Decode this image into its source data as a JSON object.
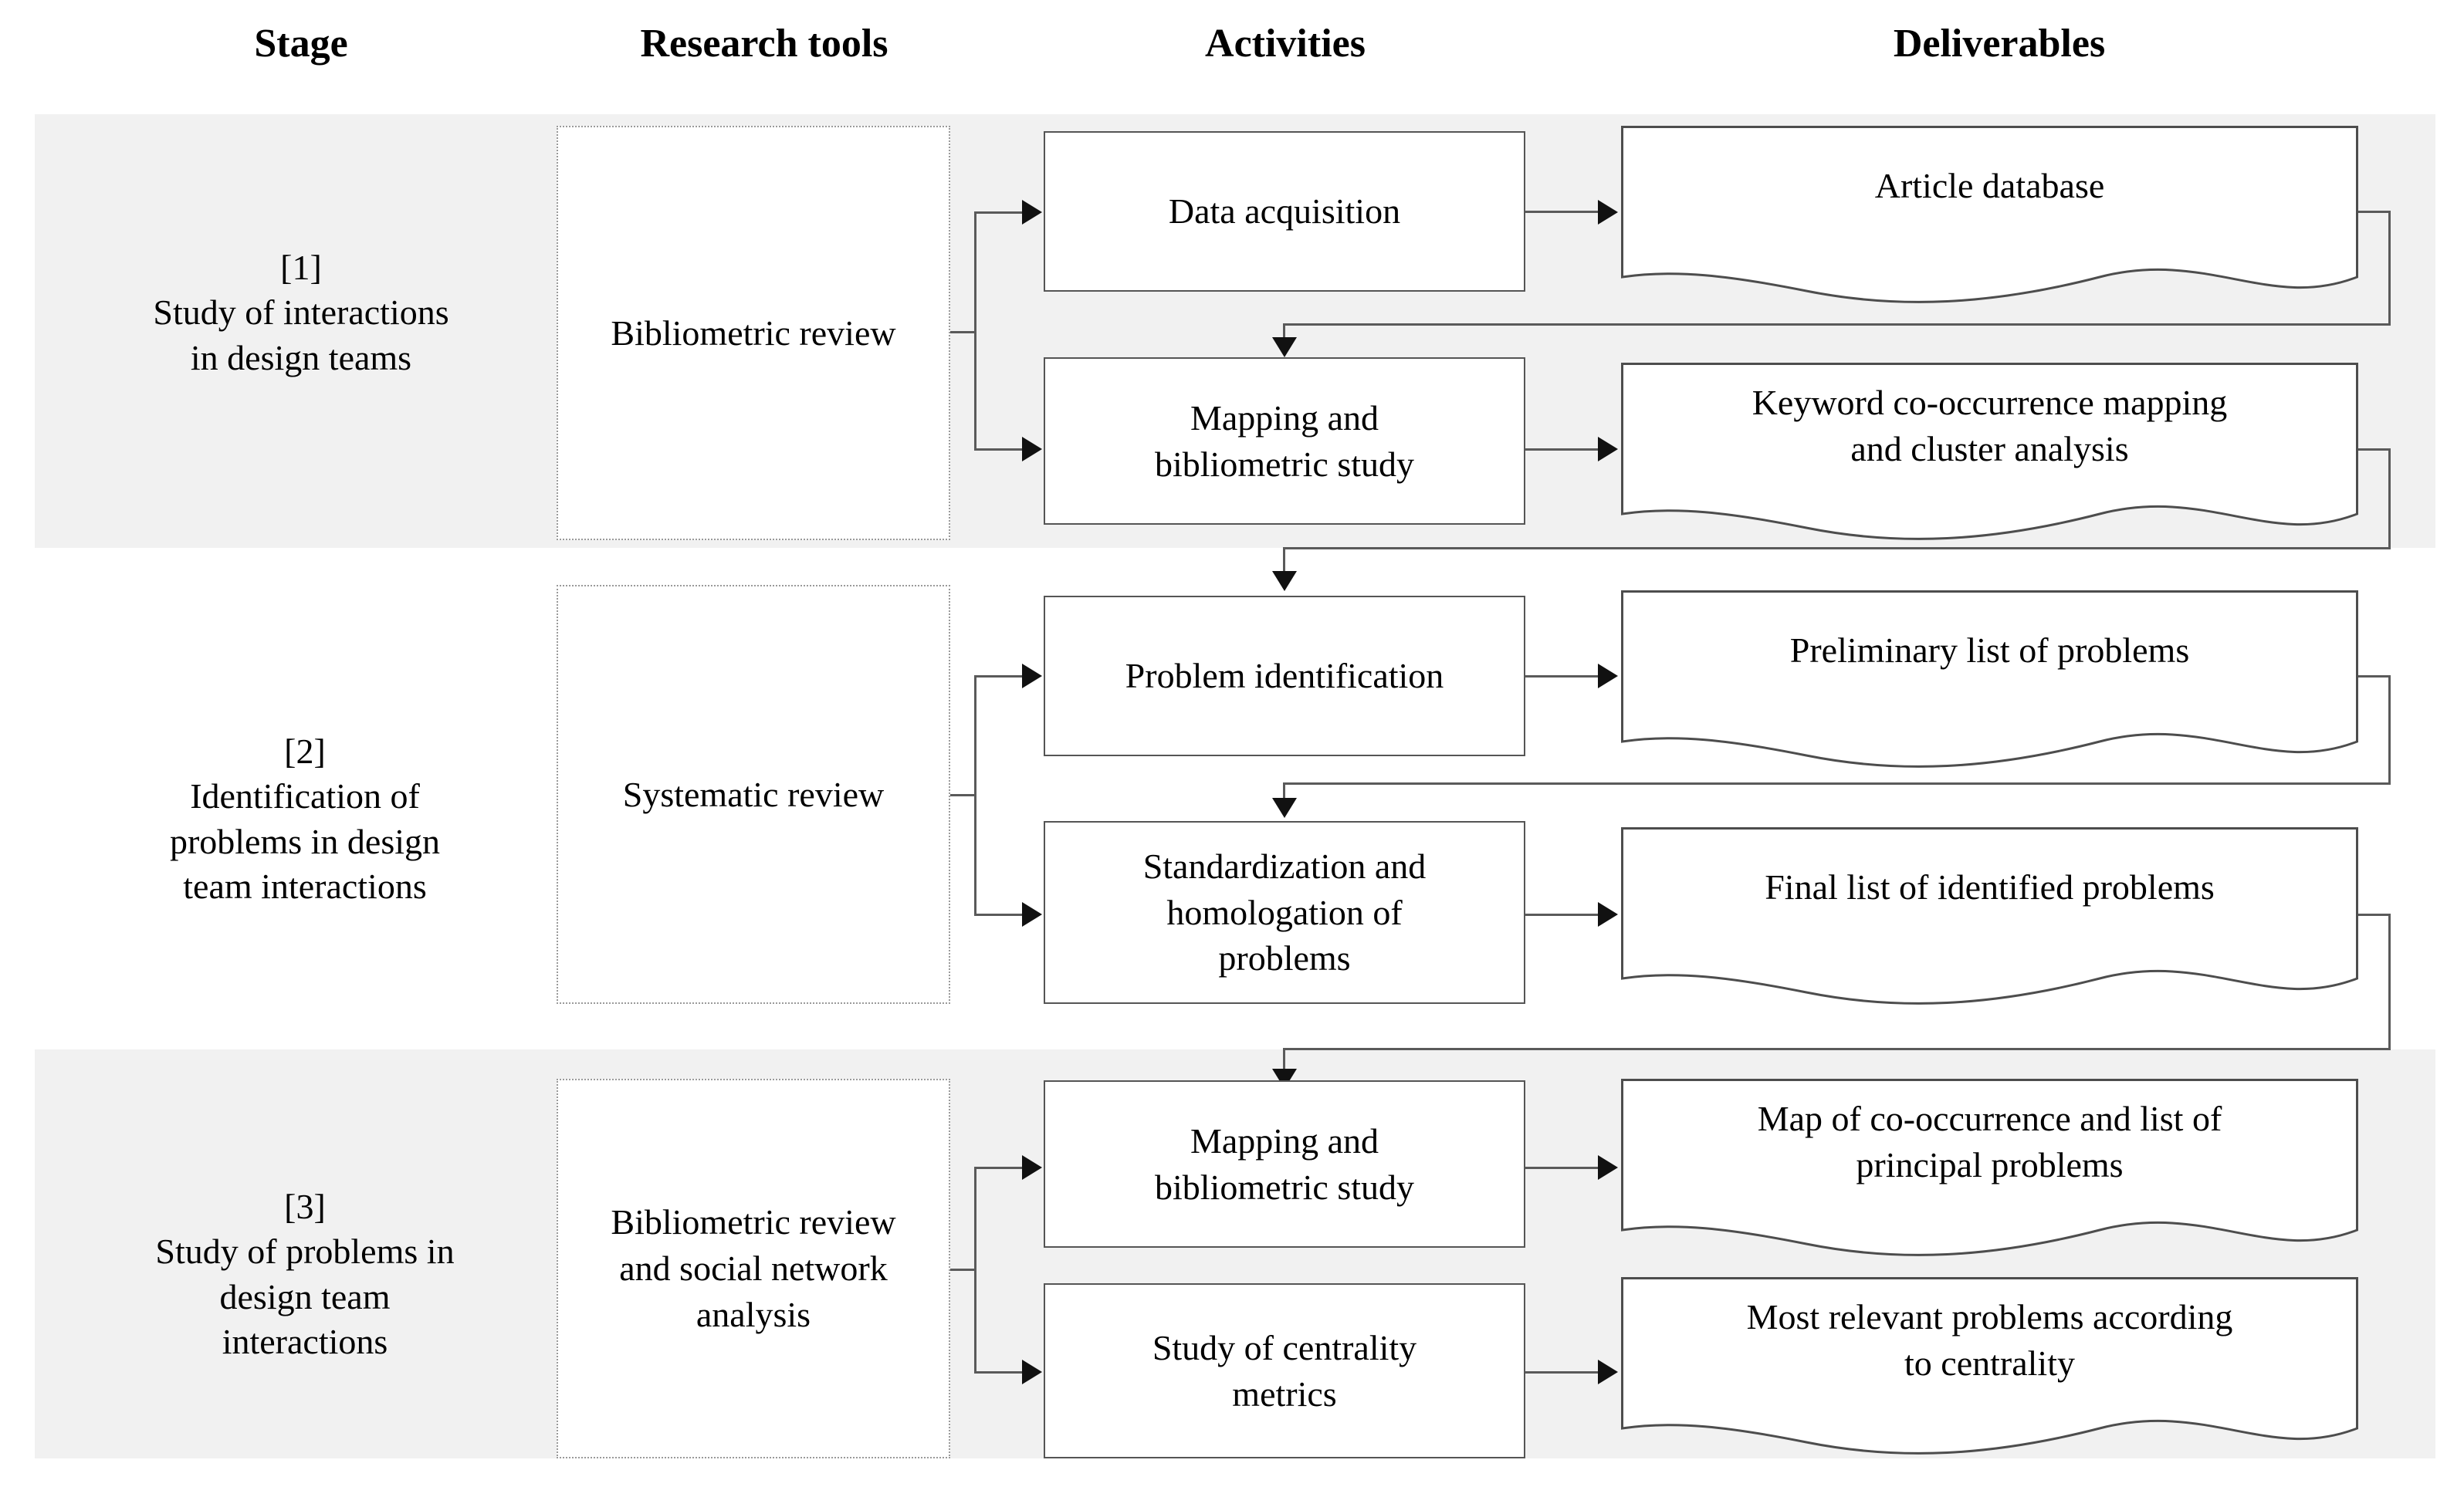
{
  "headers": [
    {
      "label": "Stage"
    },
    {
      "label": "Research tools"
    },
    {
      "label": "Activities"
    },
    {
      "label": "Deliverables"
    }
  ],
  "stages": [
    {
      "index": "[1]",
      "title_line1": "Study of interactions",
      "title_line2": "in design teams",
      "shaded": true,
      "tool": "Bibliometric review",
      "rows": [
        {
          "activity": "Data acquisition",
          "deliverable_line1": "Article database",
          "deliverable_line2": ""
        },
        {
          "activity_line1": "Mapping and",
          "activity_line2": "bibliometric study",
          "deliverable_line1": "Keyword co-occurrence mapping",
          "deliverable_line2": "and cluster analysis"
        }
      ]
    },
    {
      "index": "[2]",
      "title_line1": "Identification of",
      "title_line2": "problems in design",
      "title_line3": "team interactions",
      "shaded": false,
      "tool": "Systematic review",
      "rows": [
        {
          "activity": "Problem identification",
          "deliverable_line1": "Preliminary list of problems",
          "deliverable_line2": ""
        },
        {
          "activity_line1": "Standardization and",
          "activity_line2": "homologation of",
          "activity_line3": "problems",
          "deliverable_line1": "Final list of identified problems",
          "deliverable_line2": ""
        }
      ]
    },
    {
      "index": "[3]",
      "title_line1": "Study of problems in",
      "title_line2": "design team",
      "title_line3": "interactions",
      "shaded": true,
      "tool_line1": "Bibliometric review",
      "tool_line2": "and social network",
      "tool_line3": "analysis",
      "rows": [
        {
          "activity_line1": "Mapping and",
          "activity_line2": "bibliometric study",
          "deliverable_line1": "Map of co-occurrence and list of",
          "deliverable_line2": "principal problems"
        },
        {
          "activity_line1": "Study of centrality",
          "activity_line2": "metrics",
          "deliverable_line1": "Most relevant problems according",
          "deliverable_line2": "to centrality"
        }
      ]
    }
  ],
  "colors": {
    "band_shaded": "#f1f1f1",
    "band_plain": "#ffffff",
    "box_border": "#555555",
    "tool_border": "#9a9a9a",
    "connector": "#5a5a5a",
    "arrow": "#111111",
    "text": "#000000",
    "page_background": "#ffffff"
  }
}
